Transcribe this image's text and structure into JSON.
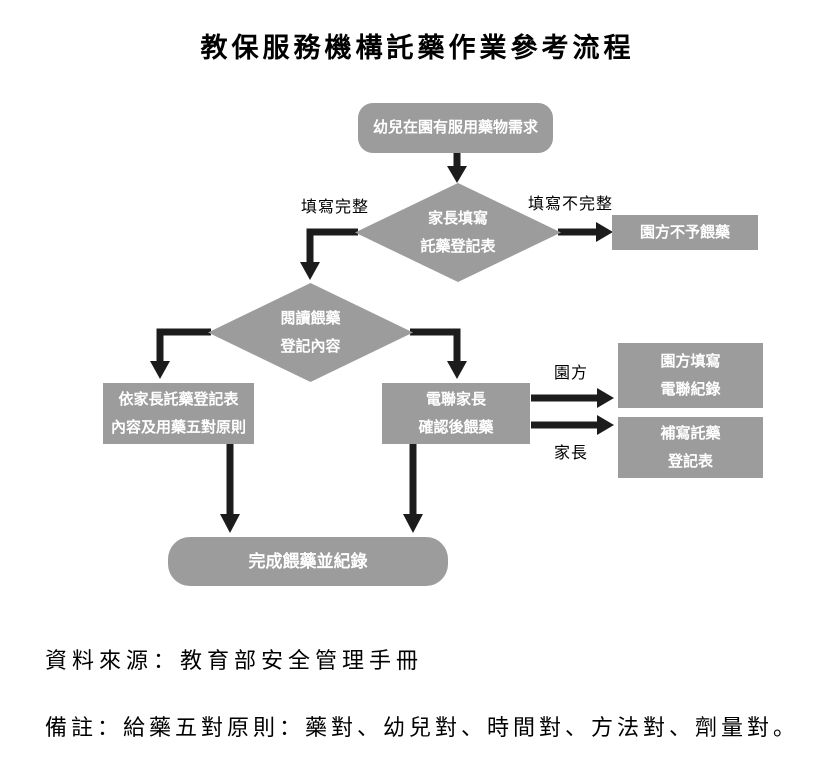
{
  "title": "教保服務機構託藥作業參考流程",
  "flowchart": {
    "nodes": {
      "start": {
        "label": "幼兒在園有服用藥物需求"
      },
      "decision_parent_form": {
        "line1": "家長填寫",
        "line2": "託藥登記表"
      },
      "no_feed": {
        "label": "園方不予餵藥"
      },
      "decision_read": {
        "line1": "閱讀餵藥",
        "line2": "登記內容"
      },
      "five_rights": {
        "line1": "依家長託藥登記表",
        "line2": "內容及用藥五對原則"
      },
      "call_parent": {
        "line1": "電聯家長",
        "line2": "確認後餵藥"
      },
      "school_record": {
        "line1": "園方填寫",
        "line2": "電聯紀錄"
      },
      "parent_rewrite": {
        "line1": "補寫託藥",
        "line2": "登記表"
      },
      "complete": {
        "label": "完成餵藥並紀錄"
      }
    },
    "edge_labels": {
      "complete_fill": "填寫完整",
      "incomplete_fill": "填寫不完整",
      "school": "園方",
      "parent": "家長"
    }
  },
  "footer": {
    "source": "資料來源：教育部安全管理手冊",
    "note": "備註：給藥五對原則：藥對、幼兒對、時間對、方法對、劑量對。"
  },
  "colors": {
    "node_fill": "#9c9c9c",
    "node_text": "#ffffff",
    "connector": "#1c1c1c",
    "text": "#000000"
  }
}
